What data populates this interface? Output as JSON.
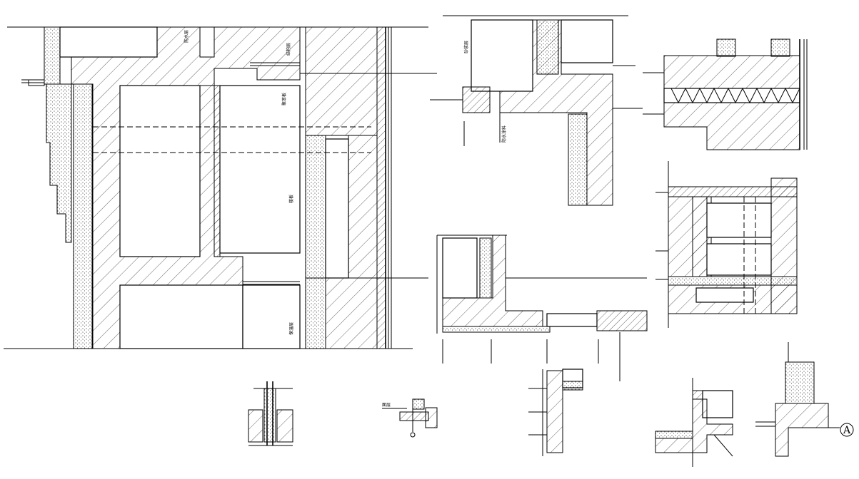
{
  "drawing": {
    "labels": {
      "a": "防水层",
      "b": "结构层",
      "c": "聚苯板",
      "d": "楼板",
      "e": "保温层",
      "f": "砂浆层",
      "g": "防水涂料",
      "h": "面层"
    },
    "section_marker": "A"
  }
}
